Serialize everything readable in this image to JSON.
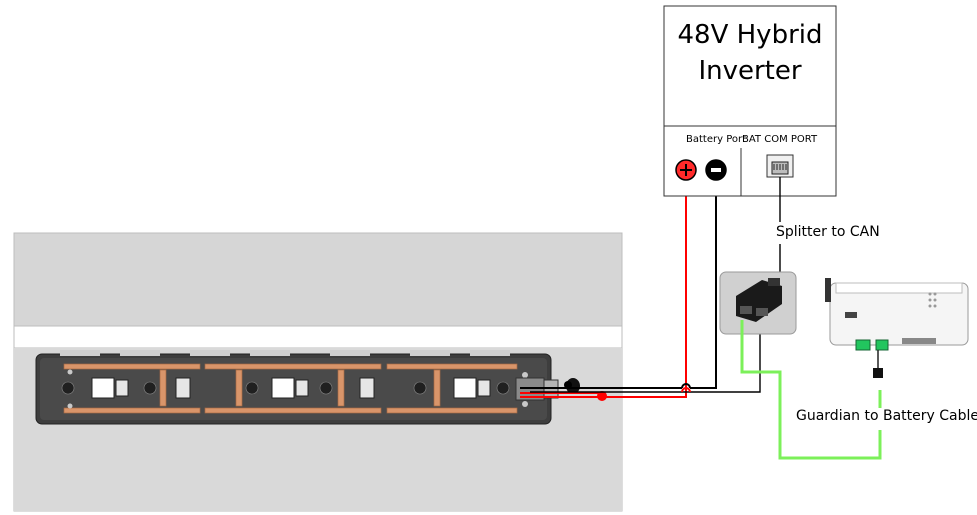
{
  "inverter": {
    "title_line1": "48V Hybrid",
    "title_line2": "Inverter",
    "battery_port_label": "Battery Port",
    "bat_com_port_label": "BAT COM PORT",
    "positive_symbol": "+",
    "negative_symbol": "-"
  },
  "labels": {
    "splitter": "Splitter to CAN",
    "guardian": "Guardian to Battery Cable"
  },
  "colors": {
    "positive_wire": "#ff0000",
    "negative_wire": "#000000",
    "can_cable": "#7cf05a",
    "busbar": "#d9956a"
  },
  "icons": {
    "splitter": "rj45-splitter-icon",
    "port": "rj45-port-icon",
    "guardian": "guardian-device-icon"
  }
}
